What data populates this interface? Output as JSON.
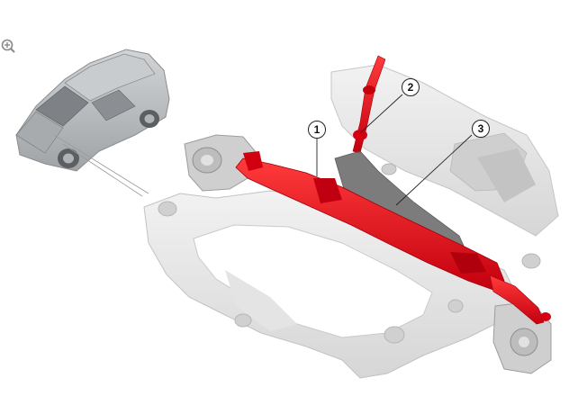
{
  "toolbar": {
    "zoom_icon": "zoom-in-icon"
  },
  "callouts": [
    {
      "label": "1",
      "part": "steering-rack"
    },
    {
      "label": "2",
      "part": "steering-column-shaft"
    },
    {
      "label": "3",
      "part": "rack-housing"
    }
  ],
  "colors": {
    "highlight": "#e3061b",
    "highlight_dark": "#b3000f",
    "ghost": "#dcdcdc",
    "ghost_edge": "#bdbdbd",
    "car_body": "#b9bcbe"
  }
}
